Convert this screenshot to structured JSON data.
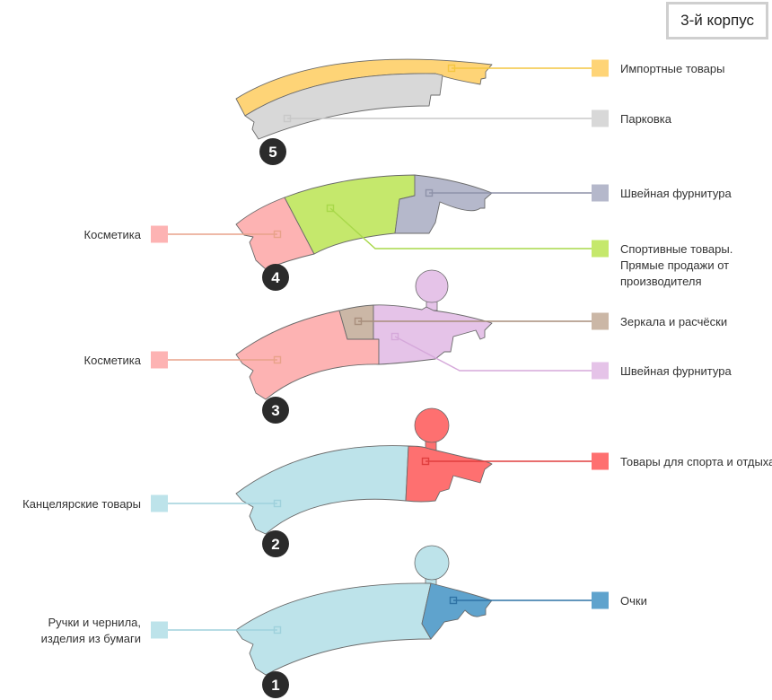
{
  "building_label": "3-й корпус",
  "floors": [
    {
      "number": "5",
      "sections": [
        {
          "id": "imports",
          "color": "#fed477",
          "legend_color": "#fed477",
          "line_color": "#f4c640",
          "label": [
            "Импортные товары"
          ],
          "side": "right"
        },
        {
          "id": "parking",
          "color": "#d8d8d8",
          "legend_color": "#d8d8d8",
          "line_color": "#c8c8c8",
          "label": [
            "Парковка"
          ],
          "side": "right"
        }
      ]
    },
    {
      "number": "4",
      "sections": [
        {
          "id": "cosmetics-4",
          "color": "#fdb3b3",
          "legend_color": "#fdb3b3",
          "line_color": "#e8a28a",
          "label": [
            "Косметика"
          ],
          "side": "left"
        },
        {
          "id": "sport-goods-4",
          "color": "#c5e86c",
          "legend_color": "#c5e86c",
          "line_color": "#a8d84a",
          "label": [
            "Спортивные товары.",
            "Прямые продажи от",
            "производителя"
          ],
          "side": "right"
        },
        {
          "id": "sewing-4",
          "color": "#b5b8cb",
          "legend_color": "#b5b8cb",
          "line_color": "#8e92a9",
          "label": [
            "Швейная фурнитура"
          ],
          "side": "right"
        }
      ]
    },
    {
      "number": "3",
      "sections": [
        {
          "id": "cosmetics-3",
          "color": "#fdb3b3",
          "legend_color": "#fdb3b3",
          "line_color": "#e8a28a",
          "label": [
            "Косметика"
          ],
          "side": "left"
        },
        {
          "id": "mirrors",
          "color": "#cbb7a6",
          "legend_color": "#cbb7a6",
          "line_color": "#a88e7c",
          "label": [
            "Зеркала и расчёски"
          ],
          "side": "right"
        },
        {
          "id": "sewing-3",
          "color": "#e5c3e8",
          "legend_color": "#e5c3e8",
          "line_color": "#d5a8da",
          "label": [
            "Швейная фурнитура"
          ],
          "side": "right"
        }
      ]
    },
    {
      "number": "2",
      "sections": [
        {
          "id": "stationery",
          "color": "#bde3ea",
          "legend_color": "#bde3ea",
          "line_color": "#9fd1dc",
          "label": [
            "Канцелярские товары"
          ],
          "side": "left"
        },
        {
          "id": "sport-leisure",
          "color": "#fe7070",
          "legend_color": "#fe7070",
          "line_color": "#e03e3e",
          "label": [
            "Товары для спорта и отдыха"
          ],
          "side": "right"
        }
      ]
    },
    {
      "number": "1",
      "sections": [
        {
          "id": "pens-paper",
          "color": "#bde3ea",
          "legend_color": "#bde3ea",
          "line_color": "#9fd1dc",
          "label": [
            "Ручки и чернила,",
            "изделия из бумаги"
          ],
          "side": "left"
        },
        {
          "id": "glasses",
          "color": "#5fa3cd",
          "legend_color": "#5fa3cd",
          "line_color": "#2f73a5",
          "label": [
            "Очки"
          ],
          "side": "right"
        }
      ]
    }
  ],
  "colors": {
    "outline": "#6a6a6a",
    "floor_badge": "#2b2b2b"
  }
}
